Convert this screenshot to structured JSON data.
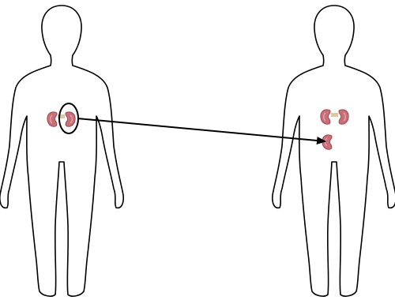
{
  "diagram": {
    "figures": [
      {
        "name": "donor-body",
        "kidneys": 2,
        "highlighted_kidney": "right-side"
      },
      {
        "name": "recipient-body",
        "kidneys": 3,
        "transplanted_kidney": "lower-pelvis"
      }
    ],
    "arrow": {
      "from": "donor-kidney",
      "to": "transplanted-kidney"
    },
    "colors": {
      "outline": "#000000",
      "kidney_fill": "#c96f78",
      "kidney_shade": "#9e4752",
      "ureter": "#e0c7a0",
      "background": "#ffffff"
    },
    "icons": [
      "human-silhouette-icon",
      "kidney-icon",
      "highlight-circle-icon",
      "arrow-icon"
    ]
  }
}
